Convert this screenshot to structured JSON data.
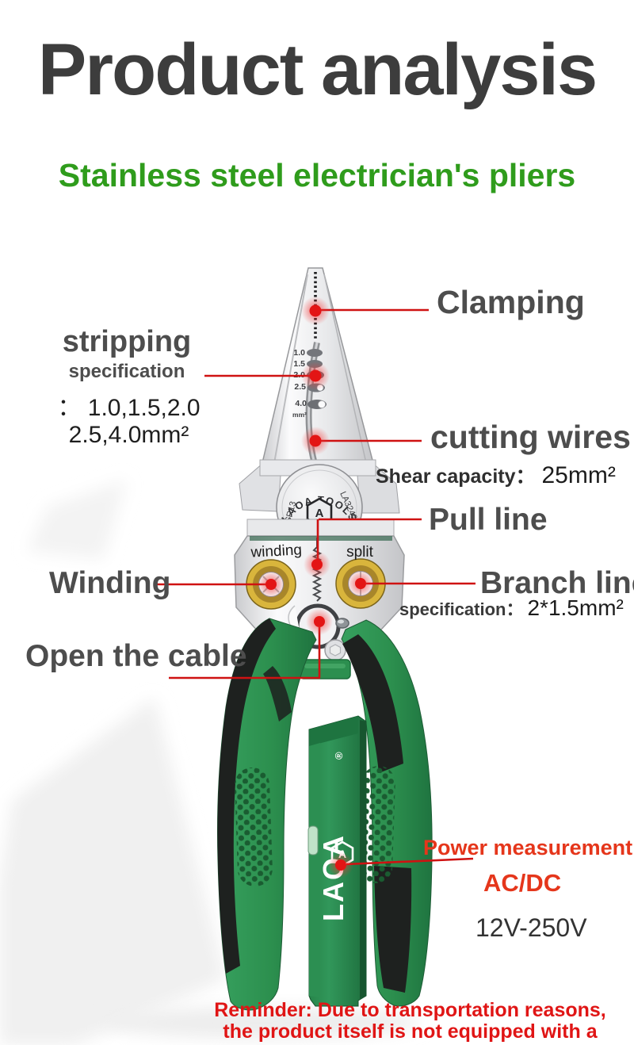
{
  "header": {
    "title": "Product analysis",
    "subtitle": "Stainless steel electrician's pliers"
  },
  "annotations": {
    "clamping": "Clamping",
    "stripping_title": "stripping",
    "stripping_sub": "specification",
    "stripping_spec_line1": "： 1.0,1.5,2.0",
    "stripping_spec_line2": "2.5,4.0mm²",
    "cutting": "cutting wires",
    "shear_label": "Shear capacity：",
    "shear_value": "25mm²",
    "pull_line": "Pull line",
    "winding": "Winding",
    "branch_line": "Branch line",
    "branch_spec_label": "specification：",
    "branch_spec_value": "2*1.5mm²",
    "open_cable": "Open the cable",
    "power": "Power measurement",
    "acdc": "AC/DC",
    "voltage": "12V-250V",
    "reminder_line1": "Reminder: Due to transportation reasons,",
    "reminder_line2": "the product itself is not equipped with a battery"
  },
  "tool_markings": {
    "brand_arc": "LAOA TOOLS",
    "model": "LA32408",
    "steel_grade": "3CR13",
    "winding_hole": "winding",
    "split_hole": "split",
    "strip_sizes": [
      "1.0",
      "1.5",
      "2.0",
      "2.5",
      "4.0"
    ],
    "strip_unit": "mm²",
    "handle_brand": "LAOA",
    "handle_brand_mark": "®",
    "logo_letter": "A"
  },
  "colors": {
    "title_gray": "#3d3d3d",
    "subtitle_green": "#2f9c1c",
    "label_gray": "#4d4d4d",
    "callout_red": "#cf1212",
    "power_red": "#e5361b",
    "reminder_red": "#e01515",
    "handle_green": "#2e8f4e",
    "gold_ring": "#d9b53c",
    "steel_light": "#f4f4f6"
  }
}
